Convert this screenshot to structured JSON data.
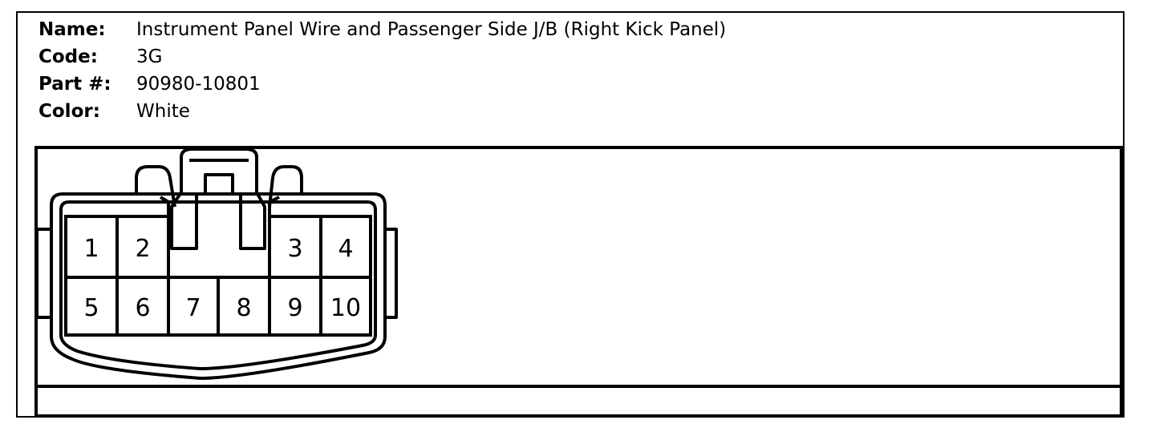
{
  "connector": {
    "name_label": "Name:",
    "name_value": "Instrument Panel Wire and Passenger Side J/B (Right Kick Panel)",
    "code_label": "Code:",
    "code_value": "3G",
    "part_label": "Part #:",
    "part_value": "90980-10801",
    "color_label": "Color:",
    "color_value": "White"
  },
  "pins": [
    "1",
    "2",
    "3",
    "4",
    "5",
    "6",
    "7",
    "8",
    "9",
    "10"
  ]
}
